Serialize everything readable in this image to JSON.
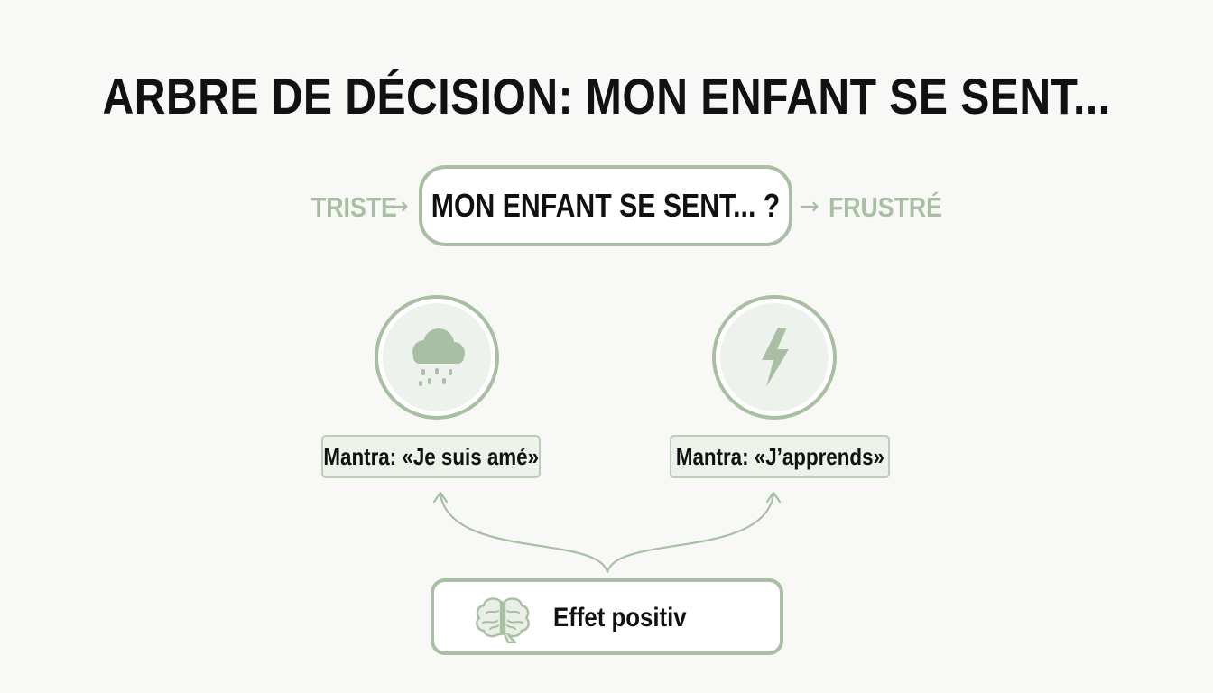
{
  "title": "ARBRE DE DÉCISION: MON ENFANT SE SENT...",
  "question": {
    "text": "MON ENFANT SE SENT... ?",
    "left_option": "TRISTE",
    "right_option": "FRUSTRÉ"
  },
  "branches": [
    {
      "icon": "rain-cloud-icon",
      "mantra": "Mantra: «Je suis amé»"
    },
    {
      "icon": "lightning-bolt-icon",
      "mantra": "Mantra: «J’apprends»"
    }
  ],
  "effect": {
    "icon": "brain-icon",
    "label": "Effet positiv"
  },
  "colors": {
    "accent": "#a8bfa4",
    "mantra_fill": "#edf2ea",
    "text": "#111111",
    "background": "#f8f9f7"
  }
}
